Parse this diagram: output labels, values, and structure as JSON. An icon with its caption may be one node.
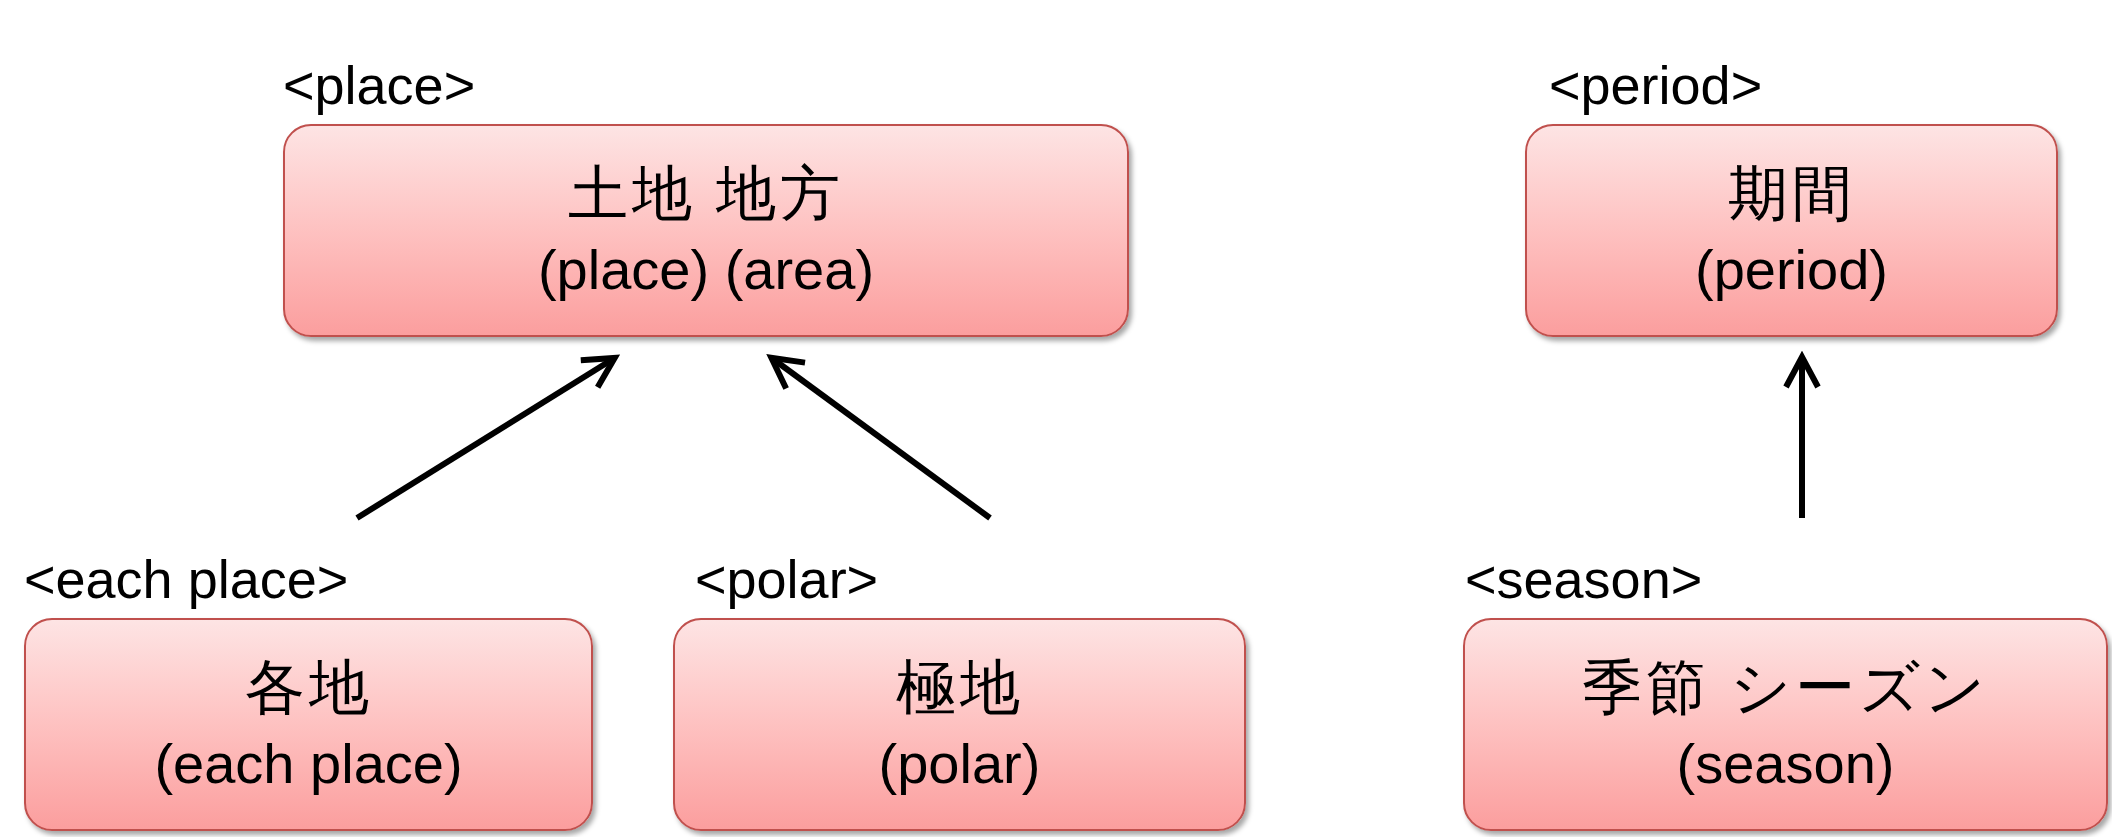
{
  "diagram": {
    "nodes": [
      {
        "text": [
          "<place>",
          "土地 地方",
          "(place) (area)"
        ]
      },
      {
        "text": [
          "<each place>",
          "各地",
          "(each place)"
        ]
      },
      {
        "text": [
          "<polar>",
          "極地",
          "(polar)"
        ]
      },
      {
        "text": [
          "<period>",
          "期間",
          "(period)"
        ]
      },
      {
        "text": [
          "<season>",
          "季節 シーズン",
          "(season)"
        ]
      }
    ],
    "edges": [
      {
        "from": 1,
        "to": 0,
        "arrow": "to"
      },
      {
        "from": 2,
        "to": 0,
        "arrow": "to"
      },
      {
        "from": 4,
        "to": 3,
        "arrow": "to"
      }
    ]
  }
}
